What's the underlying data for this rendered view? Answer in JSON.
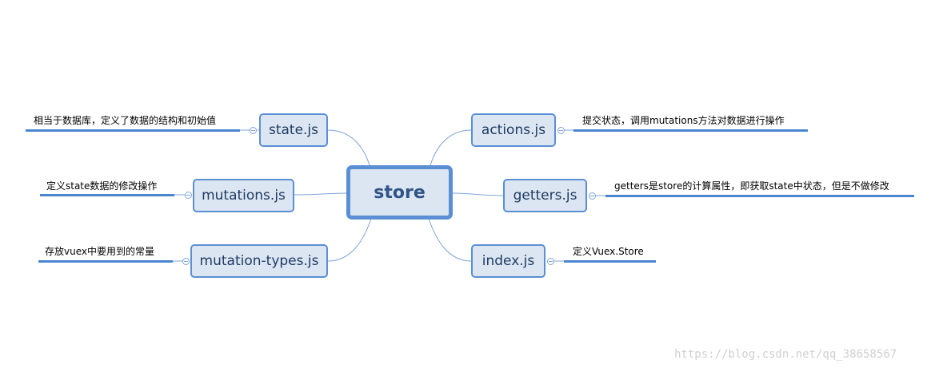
{
  "root": {
    "label": "store"
  },
  "branches": [
    {
      "label": "state.js",
      "note": "相当于数据库，定义了数据的结构和初始值"
    },
    {
      "label": "mutations.js",
      "note": "定义state数据的修改操作"
    },
    {
      "label": "mutation-types.js",
      "note": "存放vuex中要用到的常量"
    },
    {
      "label": "actions.js",
      "note": "提交状态，调用mutations方法对数据进行操作"
    },
    {
      "label": "getters.js",
      "note": "getters是store的计算属性，即获取state中状态，但是不做修改"
    },
    {
      "label": "index.js",
      "note": "定义Vuex.Store"
    }
  ],
  "watermark": "https://blog.csdn.net/qq_38658567",
  "colors": {
    "node_fill": "#dce6f2",
    "node_border": "#5b8fd4",
    "underline": "#4a86d0"
  }
}
